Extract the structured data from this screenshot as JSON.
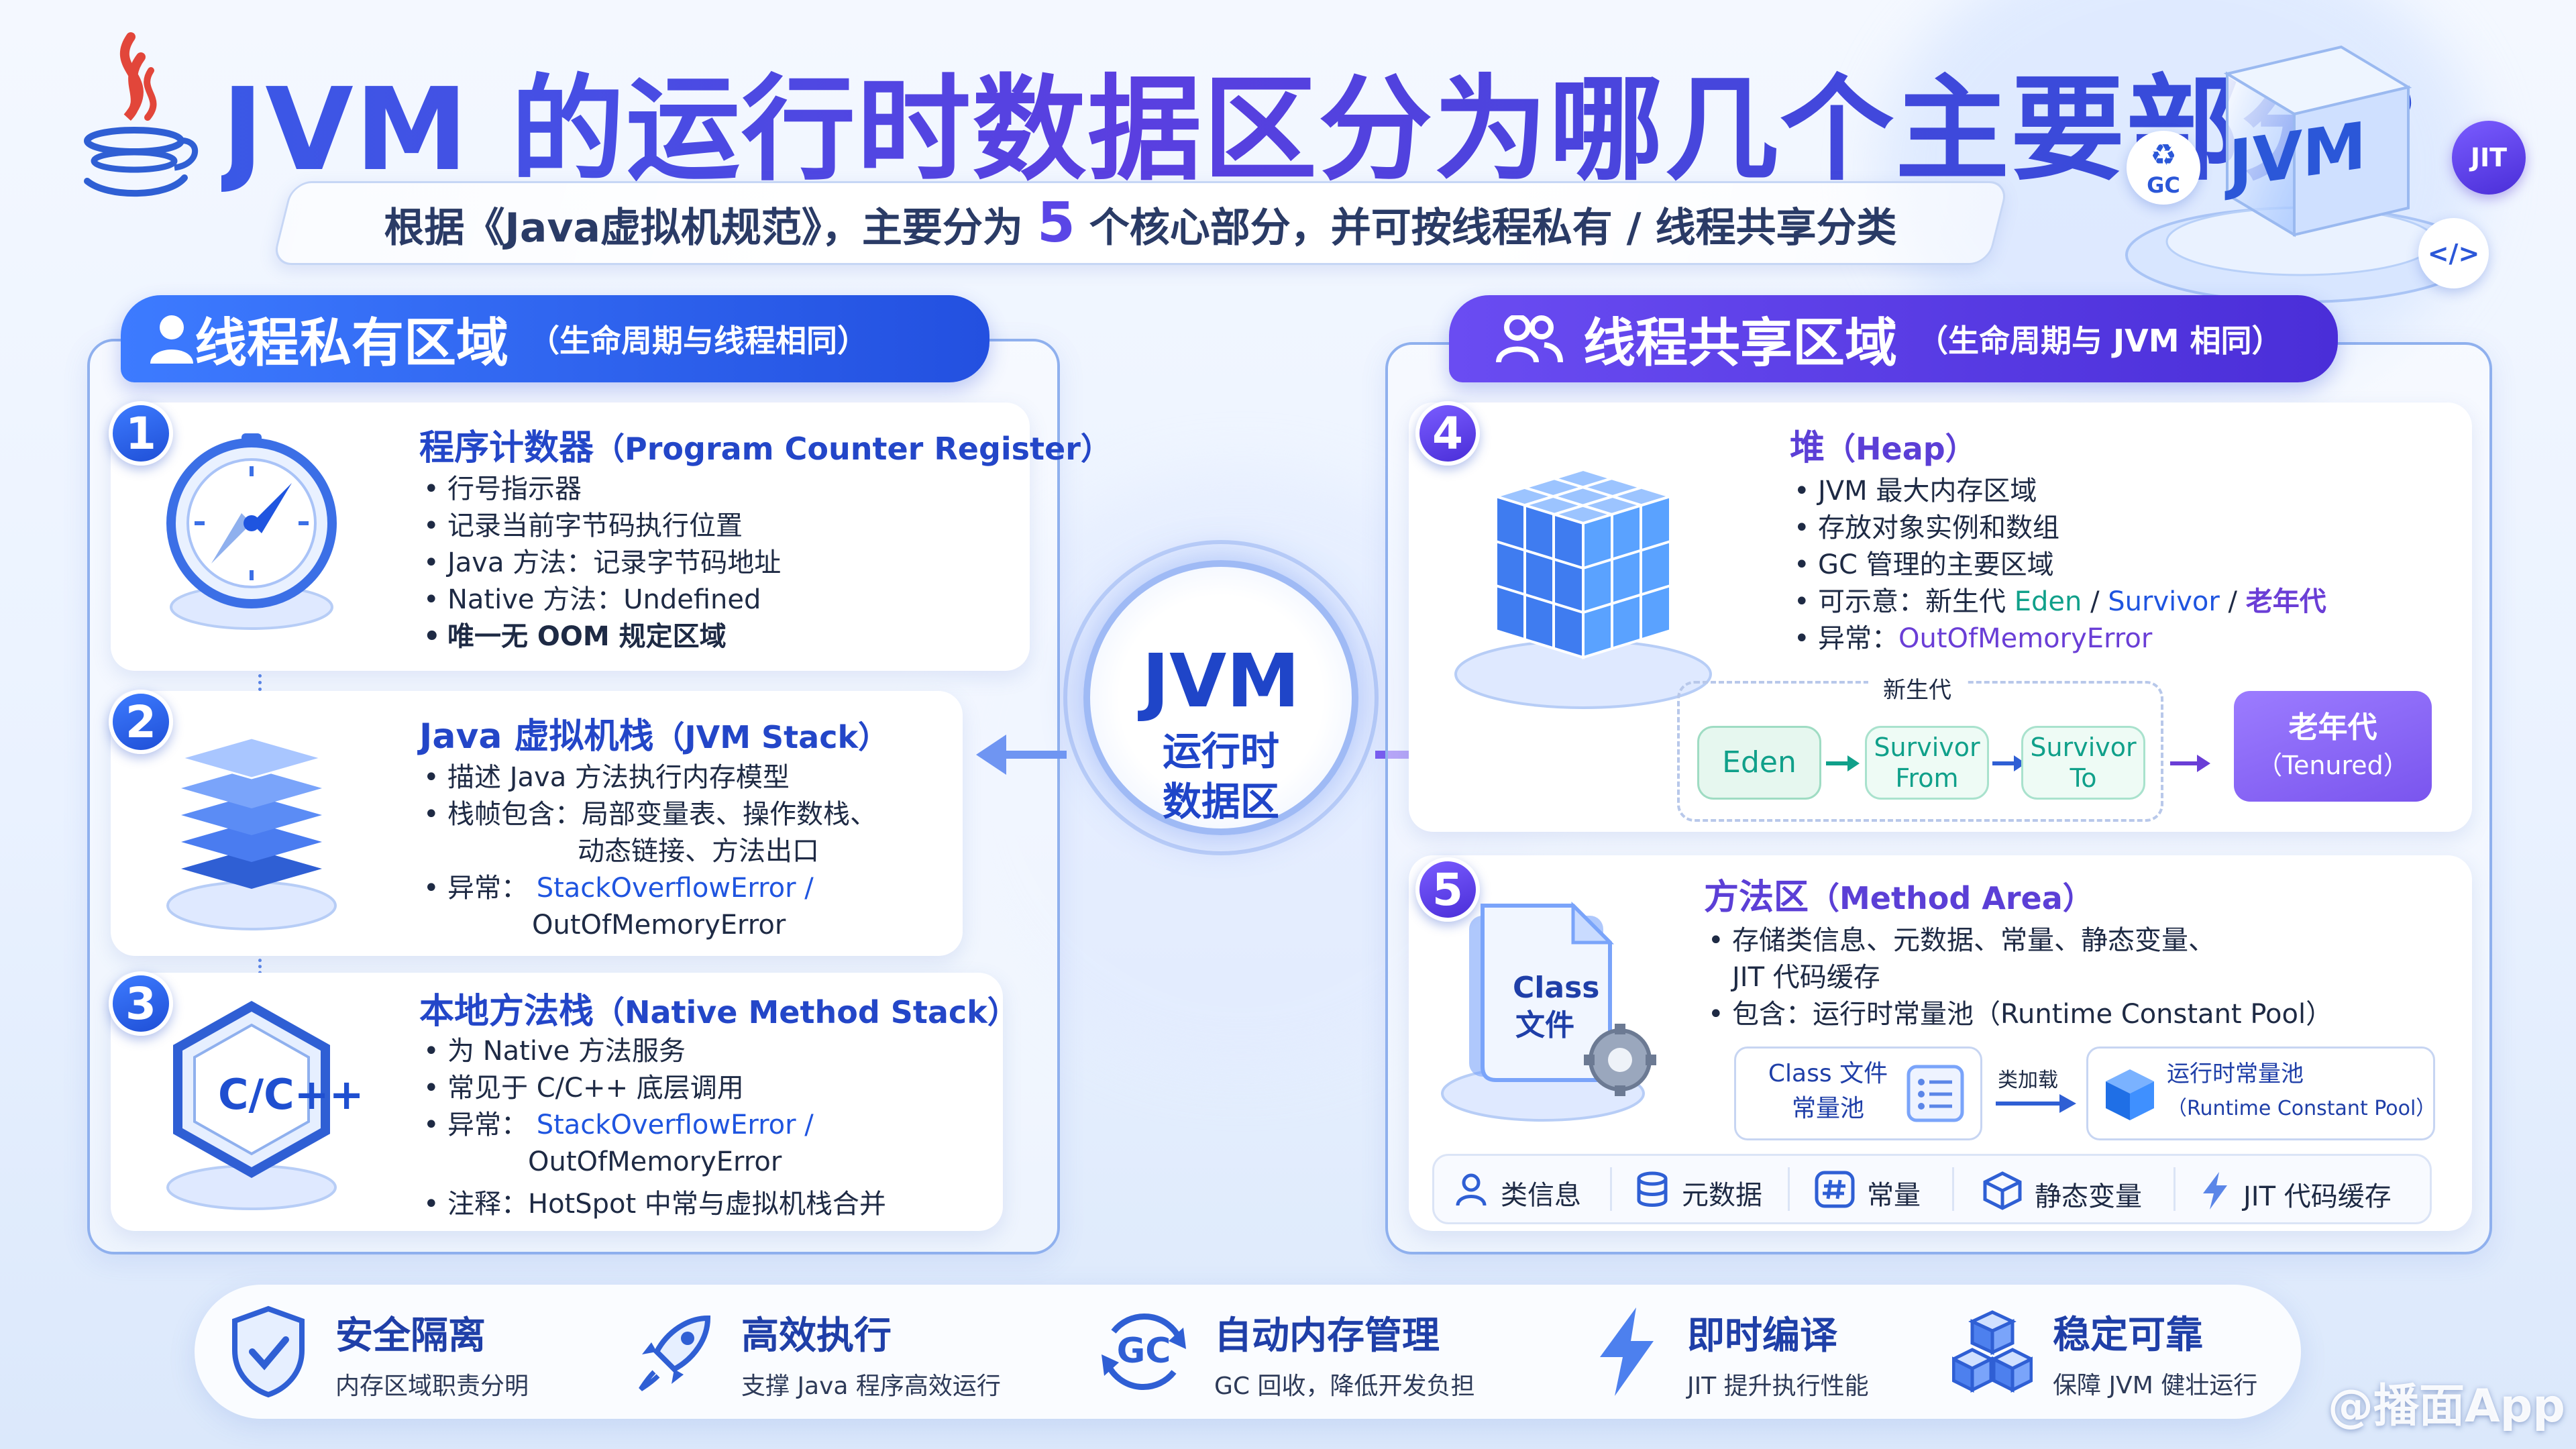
{
  "header": {
    "title": "JVM 的运行时数据区分为哪几个主要部分？",
    "subtitle_pre": "根据《Java虚拟机规范》，主要分为",
    "subtitle_num": "5",
    "subtitle_post": "个核心部分，并可按线程私有 / 线程共享分类",
    "cube_label": "JVM",
    "gc_label": "GC",
    "jit_label": "JIT",
    "code_label": "</>"
  },
  "private_section": {
    "title": "线程私有区域",
    "subtitle": "（生命周期与线程相同）",
    "cards": [
      {
        "num": "1",
        "title": "程序计数器",
        "title_en": "（Program Counter Register）",
        "items": [
          "行号指示器",
          "记录当前字节码执行位置",
          "Java 方法：记录字节码地址",
          "Native 方法：Undefined",
          "唯一无 OOM 规定区域"
        ]
      },
      {
        "num": "2",
        "title": "Java 虚拟机栈",
        "title_en": "（JVM Stack）",
        "items": [
          "描述 Java 方法执行内存模型",
          "栈帧包含：局部变量表、操作数栈、",
          "动态链接、方法出口",
          "异常：",
          "StackOverflowError /",
          "OutOfMemoryError"
        ]
      },
      {
        "num": "3",
        "title": "本地方法栈",
        "title_en": "（Native Method Stack）",
        "icon_text": "C/C++",
        "items": [
          "为 Native 方法服务",
          "常见于 C/C++ 底层调用",
          "异常：",
          "StackOverflowError /",
          "OutOfMemoryError",
          "注释：HotSpot 中常与虚拟机栈合并"
        ]
      }
    ]
  },
  "center": {
    "line1": "JVM",
    "line2": "运行时",
    "line3": "数据区"
  },
  "shared_section": {
    "title": "线程共享区域",
    "subtitle": "（生命周期与 JVM 相同）",
    "heap": {
      "num": "4",
      "title": "堆",
      "title_en": "（Heap）",
      "items": [
        "JVM 最大内存区域",
        "存放对象实例和数组",
        "GC 管理的主要区域"
      ],
      "gen_prefix": "可示意：新生代",
      "gen_eden": "Eden",
      "gen_sep": "/",
      "gen_survivor": "Survivor",
      "gen_old": "老年代",
      "oom_prefix": "异常：",
      "oom": "OutOfMemoryError",
      "young_label": "新生代",
      "eden": "Eden",
      "from_1": "Survivor",
      "from_2": "From",
      "to_1": "Survivor",
      "to_2": "To",
      "old_1": "老年代",
      "old_2": "（Tenured）"
    },
    "method": {
      "num": "5",
      "title": "方法区",
      "title_en": "（Method Area）",
      "icon_text_1": "Class",
      "icon_text_2": "文件",
      "items": [
        "存储类信息、元数据、常量、静态变量、",
        "JIT 代码缓存",
        "包含：运行时常量池（Runtime Constant Pool）"
      ],
      "pool_src_1": "Class 文件",
      "pool_src_2": "常量池",
      "load_label": "类加载",
      "pool_dst_1": "运行时常量池",
      "pool_dst_2": "（Runtime Constant Pool）",
      "tags": [
        "类信息",
        "元数据",
        "常量",
        "静态变量",
        "JIT 代码缓存"
      ]
    }
  },
  "features": [
    {
      "title": "安全隔离",
      "desc": "内存区域职责分明",
      "icon": "shield-check-icon"
    },
    {
      "title": "高效执行",
      "desc": "支撑 Java 程序高效运行",
      "icon": "rocket-icon"
    },
    {
      "title": "自动内存管理",
      "desc": "GC 回收，降低开发负担",
      "icon": "gc-icon"
    },
    {
      "title": "即时编译",
      "desc": "JIT 提升执行性能",
      "icon": "lightning-icon"
    },
    {
      "title": "稳定可靠",
      "desc": "保障 JVM 健壮运行",
      "icon": "cubes-icon"
    }
  ],
  "watermark": "@播面App",
  "colors": {
    "primary_blue": "#2346c8",
    "purple": "#5b3fd6",
    "teal": "#10a08a",
    "accent_violet": "#6a3ed6"
  }
}
